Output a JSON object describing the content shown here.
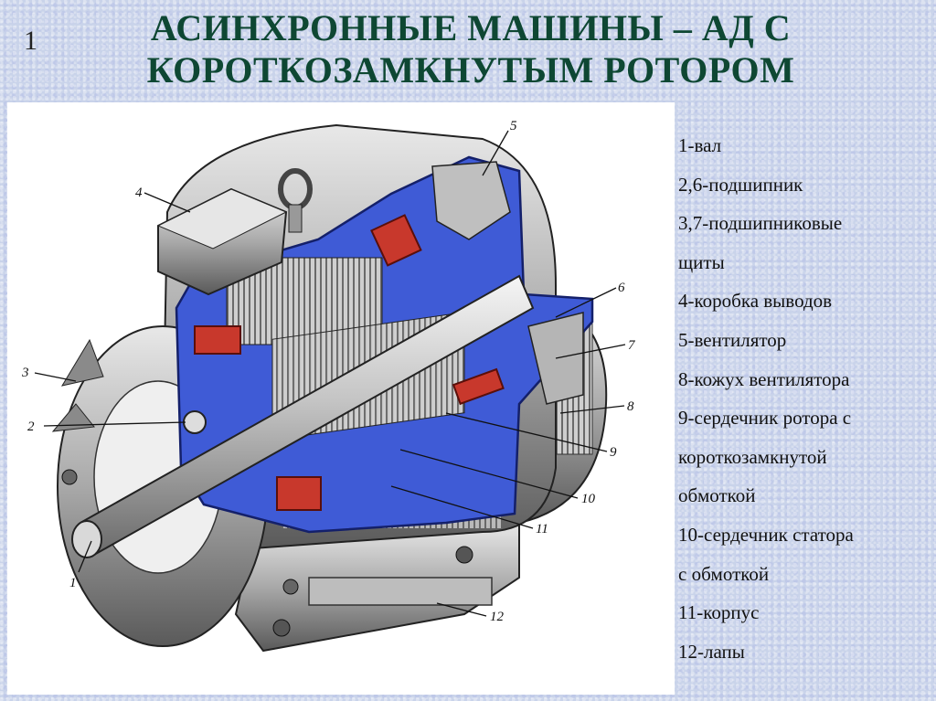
{
  "slide": {
    "number": "1"
  },
  "title": {
    "line1": "АСИНХРОННЫЕ МАШИНЫ – АД С",
    "line2": "КОРОТКОЗАМКНУТЫМ РОТОРОМ"
  },
  "figure": {
    "callouts": [
      "1",
      "2",
      "3",
      "4",
      "5",
      "6",
      "7",
      "8",
      "9",
      "10",
      "11",
      "12"
    ]
  },
  "legend": [
    "1-вал",
    "2,6-подшипник",
    "3,7-подшипниковые",
    "щиты",
    "4-коробка выводов",
    "5-вентилятор",
    "8-кожух вентилятора",
    "9-сердечник ротора с",
    "короткозамкнутой",
    "обмоткой",
    "10-сердечник статора",
    "с обмоткой",
    "11-корпус",
    "12-лапы"
  ],
  "colors": {
    "title": "#0e4733",
    "cutaway": "#3f5bd6",
    "winding": "#c8382c",
    "metal": "#9a9a9a"
  }
}
